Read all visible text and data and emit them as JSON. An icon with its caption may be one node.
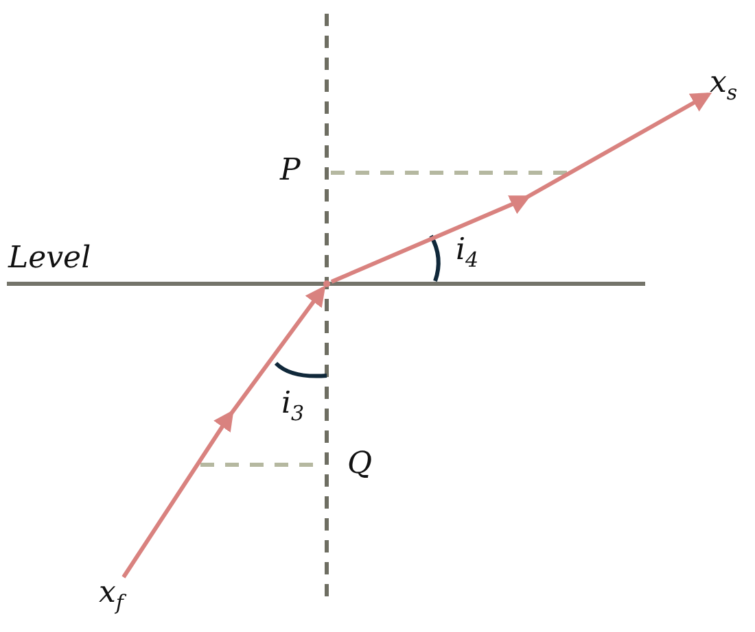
{
  "diagram": {
    "nodes": [
      {
        "text": [
          "x$_{f}$"
        ]
      },
      {
        "text": [],
        "shape": "circle"
      },
      {
        "text": [
          "x$_{s}$"
        ]
      }
    ],
    "edges": [
      {
        "from": 0,
        "to": 1,
        "arrow": "to"
      },
      {
        "from": 1,
        "to": 2,
        "arrow": "to"
      }
    ],
    "labels": [
      "P",
      "Level",
      "i$_{4}$",
      "i$_{3}$",
      "Q"
    ]
  }
}
